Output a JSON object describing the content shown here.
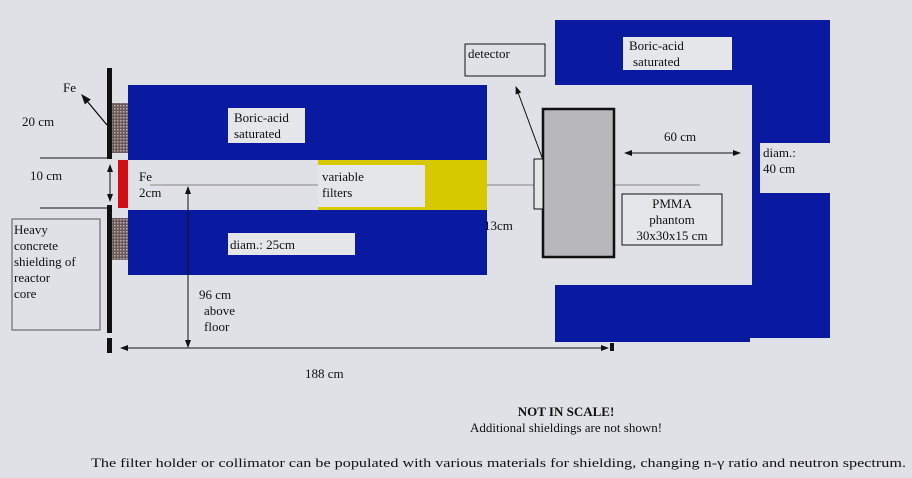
{
  "colors": {
    "shield": "#0a1aa0",
    "filter": "#d8c800",
    "fe_plate": "#d01010",
    "background": "#dfe1e6",
    "label_box": "#e4e6ea",
    "phantom": "#b8b8bc"
  },
  "labels": {
    "fe_top": "Fe",
    "dim_20cm": "20 cm",
    "dim_10cm": "10 cm",
    "fe_plate": [
      "Fe",
      "2cm"
    ],
    "boric_left": [
      "Boric-acid",
      "saturated"
    ],
    "variable_filters": [
      "variable",
      "filters"
    ],
    "diam_25": "diam.: 25cm",
    "concrete": [
      "Heavy",
      "concrete",
      "shielding of",
      "reactor",
      "core"
    ],
    "height": [
      "96 cm",
      "above",
      "floor"
    ],
    "dim_13cm": "13cm",
    "detector": "detector",
    "boric_right": [
      "Boric-acid",
      "saturated"
    ],
    "dim_60cm": "60 cm",
    "diam_40": [
      "diam.:",
      "40 cm"
    ],
    "phantom": [
      "PMMA",
      "phantom",
      "30x30x15 cm"
    ],
    "dim_188cm": "188 cm"
  },
  "notes": {
    "warning": "NOT IN SCALE!",
    "additional": "Additional shieldings are not shown!",
    "caption": "The filter holder or collimator can be populated with various materials for shielding, changing n-γ ratio and neutron spectrum."
  }
}
